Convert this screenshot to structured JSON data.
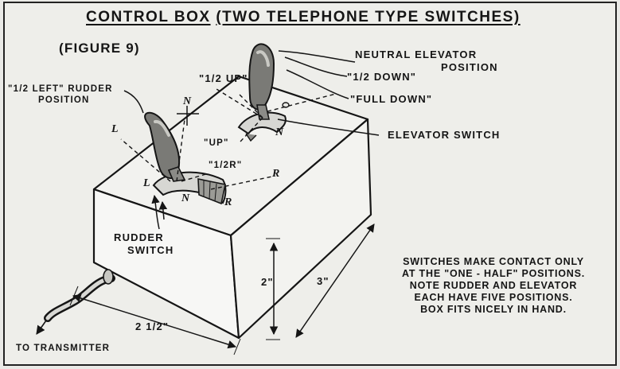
{
  "title": {
    "main": "CONTROL BOX",
    "sub": "(TWO TELEPHONE TYPE SWITCHES)",
    "figure": "(FIGURE 9)"
  },
  "labels": {
    "neutral_elevator_line1": "NEUTRAL ELEVATOR",
    "neutral_elevator_line2": "POSITION",
    "half_down": "\"1/2 DOWN\"",
    "full_down": "\"FULL DOWN\"",
    "half_up": "\"1/2 UP\"",
    "half_left_line1": "\"1/2 LEFT\" RUDDER",
    "half_left_line2": "POSITION",
    "up": "\"UP\"",
    "elevator_switch": "ELEVATOR SWITCH",
    "half_r": "\"1/2R\"",
    "rudder_switch_line1": "RUDDER",
    "rudder_switch_line2": "SWITCH",
    "to_transmitter": "TO TRANSMITTER"
  },
  "letters": {
    "n": "N",
    "l": "L",
    "r": "R"
  },
  "dimensions": {
    "height": "2\"",
    "length": "3\"",
    "width": "2 1/2\""
  },
  "note": [
    "SWITCHES MAKE CONTACT ONLY",
    "AT THE \"ONE - HALF\" POSITIONS.",
    "NOTE RUDDER AND ELEVATOR",
    "EACH HAVE FIVE POSITIONS.",
    "BOX FITS NICELY IN HAND."
  ]
}
